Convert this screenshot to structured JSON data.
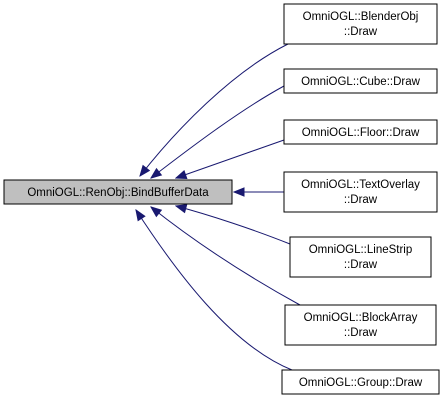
{
  "colors": {
    "edge": "#191970",
    "focus_fill": "#bfbfbf",
    "node_fill": "#ffffff",
    "border": "#000000"
  },
  "source": {
    "label": "OmniOGL::RenObj::BindBufferData"
  },
  "callers": [
    {
      "lines": [
        "OmniOGL::BlenderObj",
        "::Draw"
      ]
    },
    {
      "lines": [
        "OmniOGL::Cube::Draw"
      ]
    },
    {
      "lines": [
        "OmniOGL::Floor::Draw"
      ]
    },
    {
      "lines": [
        "OmniOGL::TextOverlay",
        "::Draw"
      ]
    },
    {
      "lines": [
        "OmniOGL::LineStrip",
        "::Draw"
      ]
    },
    {
      "lines": [
        "OmniOGL::BlockArray",
        "::Draw"
      ]
    },
    {
      "lines": [
        "OmniOGL::Group::Draw"
      ]
    }
  ]
}
